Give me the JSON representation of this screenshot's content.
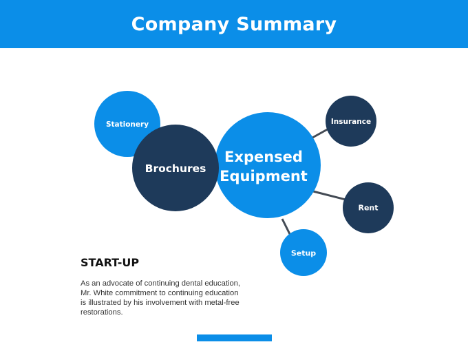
{
  "page": {
    "title": "Company Summary",
    "accent_color": "#0b8ee8",
    "dark_color": "#1e3a5a"
  },
  "diagram": {
    "center": {
      "label_line1": "Expensed",
      "label_line2": "Equipment",
      "color": "#0b8ee8"
    },
    "nodes": {
      "stationery": {
        "label": "Stationery",
        "color": "#0b8ee8"
      },
      "brochures": {
        "label": "Brochures",
        "color": "#1e3a5a"
      },
      "insurance": {
        "label": "Insurance",
        "color": "#1e3a5a"
      },
      "rent": {
        "label": "Rent",
        "color": "#1e3a5a"
      },
      "setup": {
        "label": "Setup",
        "color": "#0b8ee8"
      }
    }
  },
  "section": {
    "title": "START-UP",
    "body": "As an advocate of continuing dental education, Mr. White commitment to continuing education is illustrated by his involvement with metal-free restorations."
  }
}
